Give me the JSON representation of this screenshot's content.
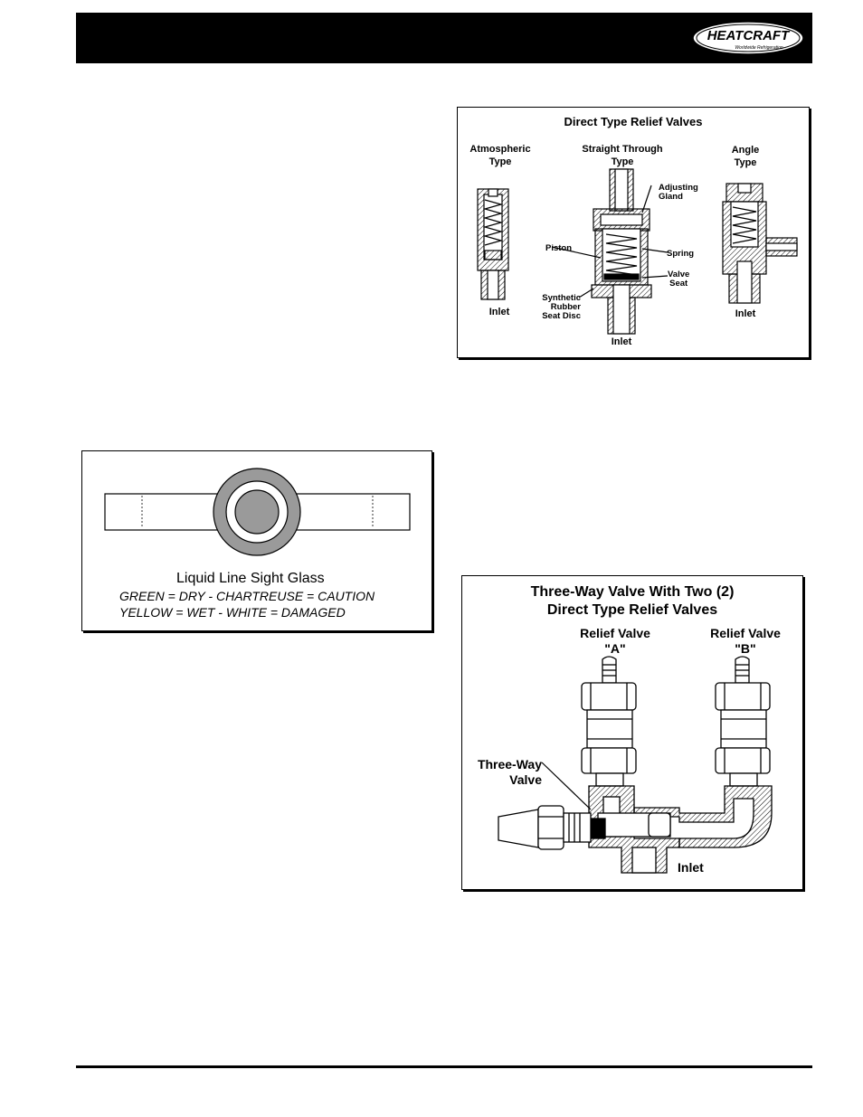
{
  "header": {
    "brand": "HEATCRAFT",
    "tagline": "Worldwide Refrigeration"
  },
  "fig_relief": {
    "title": "Direct Type Relief Valves",
    "atmospheric_l1": "Atmospheric",
    "atmospheric_l2": "Type",
    "straight_l1": "Straight Through",
    "straight_l2": "Type",
    "angle_l1": "Angle",
    "angle_l2": "Type",
    "adjusting_l1": "Adjusting",
    "adjusting_l2": "Gland",
    "piston": "Piston",
    "spring": "Spring",
    "valve_l1": "Valve",
    "valve_l2": "Seat",
    "synthetic_l1": "Synthetic",
    "synthetic_l2": "Rubber",
    "synthetic_l3": "Seat Disc",
    "inlet_left": "Inlet",
    "inlet_center": "Inlet",
    "inlet_right": "Inlet"
  },
  "fig_sight": {
    "title": "Liquid Line Sight Glass",
    "legend_l1": "GREEN = DRY - CHARTREUSE = CAUTION",
    "legend_l2": "YELLOW = WET - WHITE  = DAMAGED"
  },
  "fig_threeway": {
    "title_l1": "Three-Way Valve With Two (2)",
    "title_l2": "Direct Type Relief Valves",
    "relief_a_l1": "Relief Valve",
    "relief_a_l2": "\"A\"",
    "relief_b_l1": "Relief Valve",
    "relief_b_l2": "\"B\"",
    "threeway_l1": "Three-Way",
    "threeway_l2": "Valve",
    "inlet": "Inlet"
  },
  "colors": {
    "header_bg": "#000000",
    "glass_ring": "#9a9a9a",
    "glass_center": "#9a9a9a"
  }
}
